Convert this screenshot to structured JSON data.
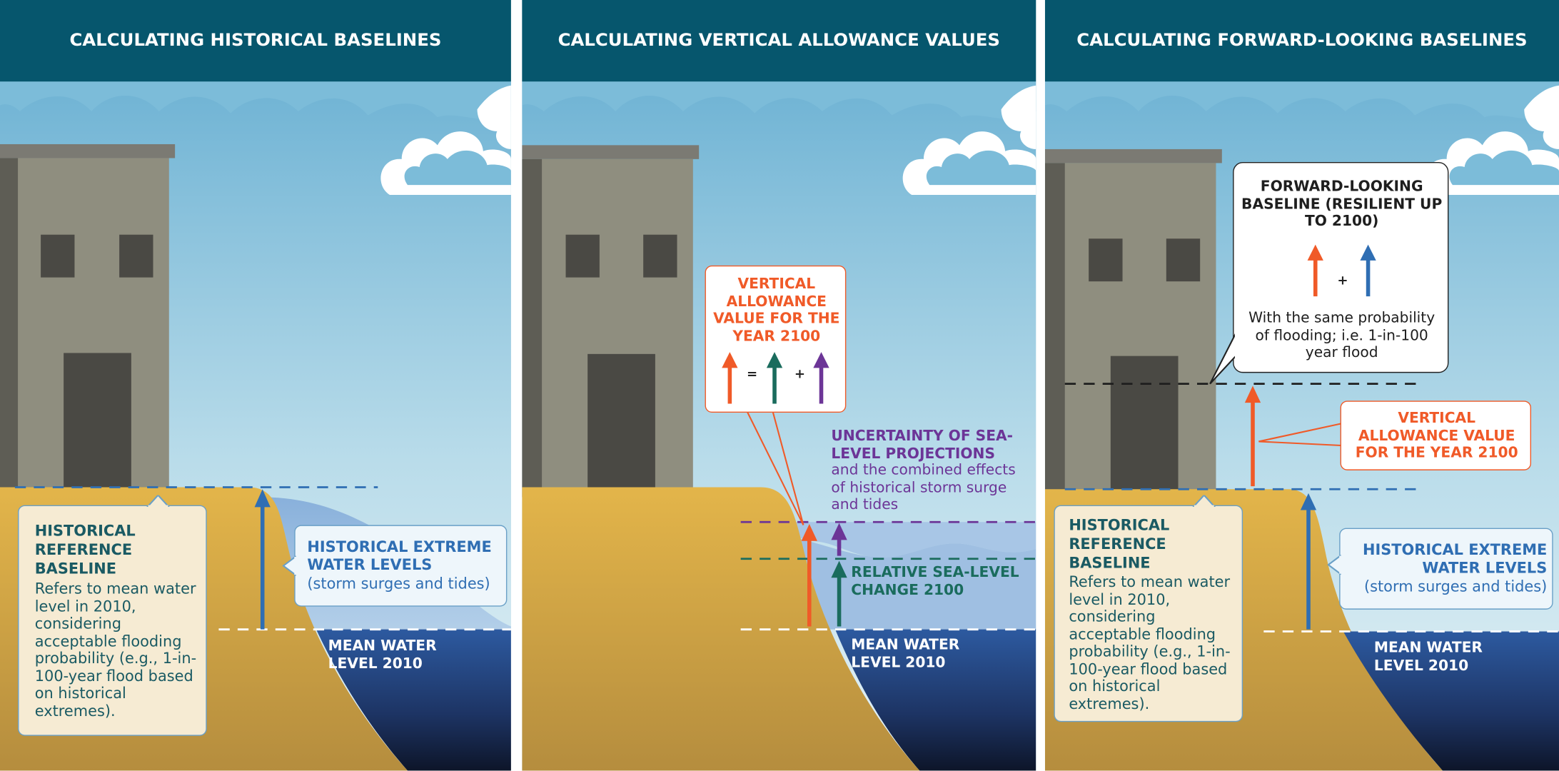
{
  "panels": [
    {
      "title": "CALCULATING HISTORICAL BASELINES",
      "baseline_title": "HISTORICAL REFERENCE BASELINE",
      "baseline_text": "Refers to mean water level in 2010, considering acceptable flooding probability (e.g., 1-in-100-year flood based on historical extremes).",
      "extreme_title": "HISTORICAL EXTREME WATER LEVELS",
      "extreme_text": "(storm surges and tides)",
      "mean_label": "MEAN WATER LEVEL 2010"
    },
    {
      "title": "CALCULATING VERTICAL ALLOWANCE VALUES",
      "allowance_title": "VERTICAL ALLOWANCE VALUE FOR THE YEAR 2100",
      "equals": "=",
      "plus": "+",
      "uncertainty_title": "UNCERTAINTY OF SEA-LEVEL PROJECTIONS",
      "uncertainty_text": "and the combined effects of historical storm surge and tides",
      "rslc_label": "RELATIVE SEA-LEVEL CHANGE 2100",
      "mean_label": "MEAN WATER LEVEL 2010"
    },
    {
      "title": "CALCULATING FORWARD-LOOKING BASELINES",
      "forward_title": "FORWARD-LOOKING BASELINE (RESILIENT UP TO 2100)",
      "plus": "+",
      "forward_text": "With the same probability of flooding; i.e. 1-in-100 year flood",
      "allowance_title": "VERTICAL ALLOWANCE VALUE FOR THE YEAR 2100",
      "baseline_title": "HISTORICAL REFERENCE BASELINE",
      "baseline_text": "Refers to mean water level in 2010, considering acceptable flooding probability (e.g., 1-in-100-year flood based on historical extremes).",
      "extreme_title": "HISTORICAL EXTREME WATER LEVELS",
      "extreme_text": "(storm surges and tides)",
      "mean_label": "MEAN WATER LEVEL 2010"
    }
  ],
  "colors": {
    "header": "#06566d",
    "sand": "#e3b54a",
    "ocean": "#2d5aa0",
    "building": "#8f8e7f",
    "arrow_orange": "#f05a28",
    "arrow_green": "#1a6c5d",
    "arrow_purple": "#6c3597",
    "arrow_blue": "#2f6eb3"
  }
}
